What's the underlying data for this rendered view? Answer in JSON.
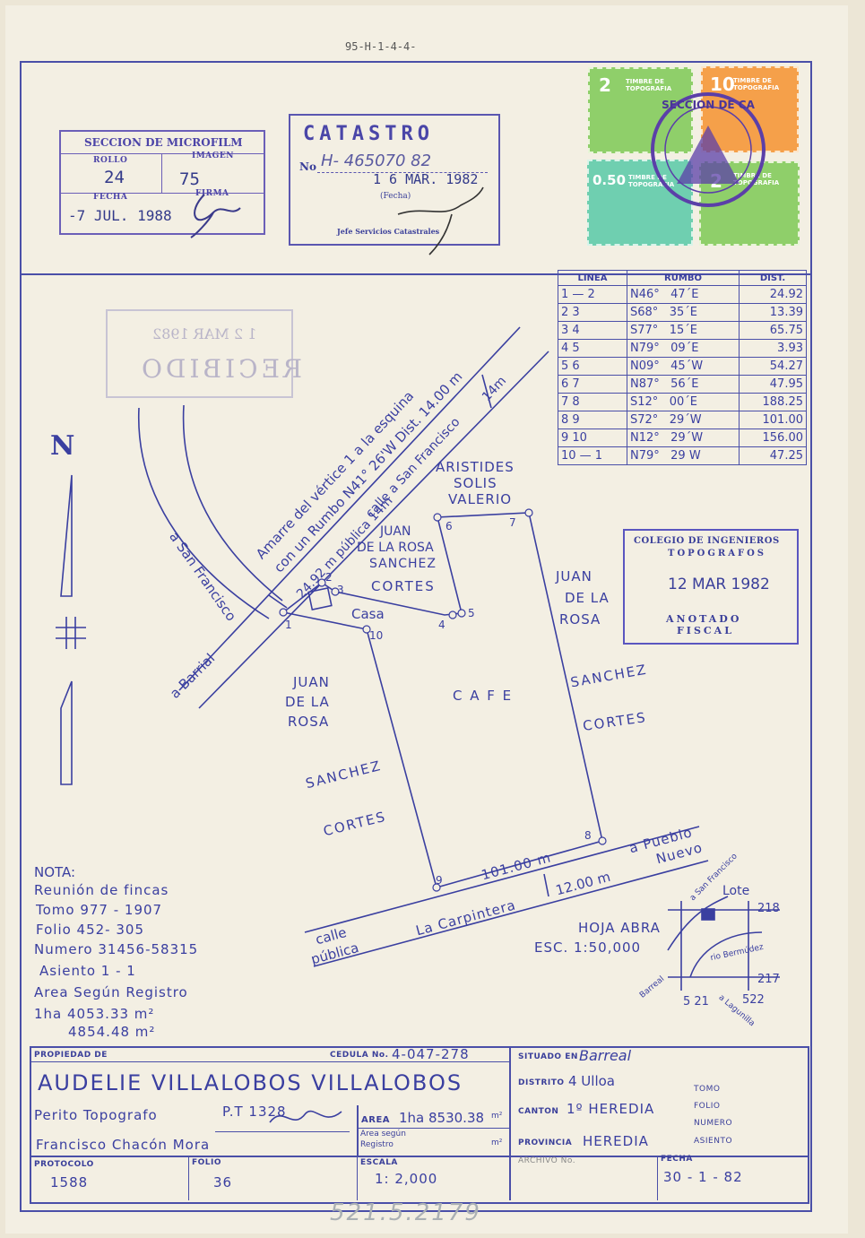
{
  "ref_top": "95-H-1-4-4-",
  "microfilm": {
    "title": "SECCION DE MICROFILM",
    "rollo_label": "ROLLO",
    "rollo": "24",
    "imagen_label": "IMAGEN",
    "imagen": "75",
    "fecha_label": "FECHA",
    "fecha": "-7 JUL. 1988",
    "firma_label": "FIRMA"
  },
  "catastro": {
    "title": "CATASTRO",
    "no_label": "No",
    "number": "H- 465070 82",
    "date": "1 6 MAR. 1982",
    "fecha_label": "(Fecha)",
    "footer": "Jefe Servicios Catastrales"
  },
  "timbres": [
    {
      "value": "2",
      "label": "TIMBRE DE TOPOGRAFIA",
      "color": "#8fcf6a"
    },
    {
      "value": "10",
      "label": "TIMBRE DE TOPOGRAFIA",
      "color": "#f5a04a"
    },
    {
      "value": "0.50",
      "label": "TIMBRE DE TOPOGRAFIA",
      "color": "#6fcfb0"
    },
    {
      "value": "2",
      "label": "TIMBRE DE TOPOGRAFIA",
      "color": "#8fcf6a"
    }
  ],
  "seal_text": "SECCION DE CA",
  "recibido": {
    "label": "RECIBIDO",
    "date": "1 2 MAR 1982"
  },
  "rumbo_table": {
    "headers": [
      "LINEA",
      "RUMBO",
      "DIST."
    ],
    "rows": [
      [
        "1 — 2",
        "N46°   47´E",
        "24.92"
      ],
      [
        "2   3",
        "S68°   35´E",
        "13.39"
      ],
      [
        "3   4",
        "S77°   15´E",
        "65.75"
      ],
      [
        "4   5",
        "N79°   09´E",
        "3.93"
      ],
      [
        "5   6",
        "N09°   45´W",
        "54.27"
      ],
      [
        "6   7",
        "N87°   56´E",
        "47.95"
      ],
      [
        "7   8",
        "S12°   00´E",
        "188.25"
      ],
      [
        "8   9",
        "S72°   29´W",
        "101.00"
      ],
      [
        "9   10",
        "N12°   29´W",
        "156.00"
      ],
      [
        "10 — 1",
        "N79°   29 W",
        "47.25"
      ]
    ]
  },
  "colegio": {
    "line1": "COLEGIO DE INGENIEROS",
    "line2": "TOPOGRAFOS",
    "date": "12 MAR 1982",
    "line3": "ANOTADO",
    "line4": "FISCAL"
  },
  "plan": {
    "north": "N",
    "amarre1": "Amarre del vértice 1 a la esquina",
    "amarre2": "con un Rumbo N41° 26'W Dist. 14.00 m",
    "calle_publica": "24.92 m  pública  14m",
    "calle_sf": "calle   a San Francisco",
    "dist14": "14m",
    "san_francisco": "a San Francisco",
    "barrial": "a Barrial",
    "casa": "Casa",
    "aristides": [
      "ARISTIDES",
      "SOLIS",
      "VALERIO"
    ],
    "juan_top": [
      "JUAN",
      "DE LA ROSA",
      "SANCHEZ",
      "CORTES"
    ],
    "juan_right": [
      "JUAN",
      "DE LA",
      "ROSA",
      "SANCHEZ",
      "CORTES"
    ],
    "juan_left": [
      "JUAN",
      "DE LA",
      "ROSA",
      "SANCHEZ",
      "CORTES"
    ],
    "cafe": "C A F E",
    "vertices": [
      "1",
      "2",
      "3",
      "4",
      "5",
      "6",
      "7",
      "8",
      "9",
      "10"
    ],
    "dist_bottom": "101.00 m",
    "road_bottom": "La Carpintera",
    "road_width": "12.00 m",
    "pueblo": "a Pueblo",
    "nuevo": "Nuevo",
    "calle_bottom": "calle",
    "publica_bottom": "pública"
  },
  "nota": {
    "title": "NOTA:",
    "lines": [
      "Reunión de fincas",
      "Tomo 977 - 1907",
      "Folio 452-   305",
      "Numero 31456-58315",
      "Asiento   1 -   1",
      "Area Según Registro",
      "1ha 4053.33 m²",
      "4854.48  m²"
    ]
  },
  "hoja": {
    "title": "HOJA ABRA",
    "escala": "ESC. 1:50,000",
    "lote": "Lote",
    "n218": "218",
    "n217": "217",
    "n521": "5 21",
    "n522": "522",
    "a_sf": "a San Francisco",
    "rio": "rio Bermúdez",
    "barreal": "Barreal",
    "laguna": "a Lagunilla"
  },
  "title_block": {
    "propiedad_label": "PROPIEDAD DE",
    "cedula_label": "CEDULA No.",
    "cedula": "4-047-278",
    "owner": "AUDELIE VILLALOBOS VILLALOBOS",
    "perito": "Perito Topografo",
    "pt": "P.T 1328",
    "perito_name": "Francisco Chacón Mora",
    "area_label": "AREA",
    "area": "1ha 8530.38",
    "area_unit": "m²",
    "area_reg_label1": "Area según",
    "area_reg_label2": "Registro",
    "area_reg_unit": "m²",
    "situado_label": "SITUADO EN",
    "situado": "Barreal",
    "distrito_label": "DISTRITO",
    "distrito": "4 Ulloa",
    "canton_label": "CANTON",
    "canton": "1º HEREDIA",
    "provincia_label": "PROVINCIA",
    "provincia": "HEREDIA",
    "tomo": "TOMO",
    "folio_r": "FOLIO",
    "numero": "NUMERO",
    "asiento": "ASIENTO",
    "protocolo_label": "PROTOCOLO",
    "protocolo": "1588",
    "folio_label": "FOLIO",
    "folio": "36",
    "escala_label": "ESCALA",
    "escala": "1: 2,000",
    "archivo_label": "ARCHIVO No.",
    "fecha_label": "FECHA",
    "fecha": "30 - 1 - 82"
  },
  "bottom_note": "521.5.2179"
}
